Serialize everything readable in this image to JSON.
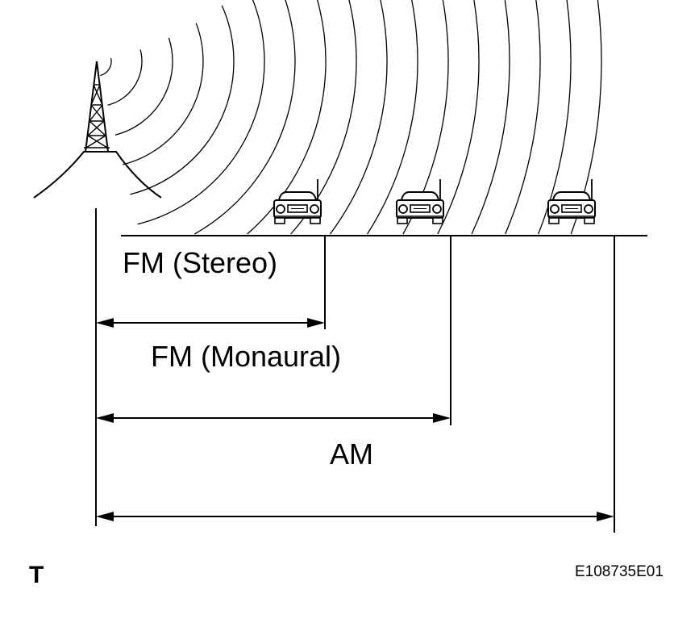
{
  "ranges": [
    {
      "key": "fm_stereo",
      "label": "FM (Stereo)"
    },
    {
      "key": "fm_monaural",
      "label": "FM (Monaural)"
    },
    {
      "key": "am",
      "label": "AM"
    }
  ],
  "corner_label": "T",
  "figure_code": "E108735E01"
}
